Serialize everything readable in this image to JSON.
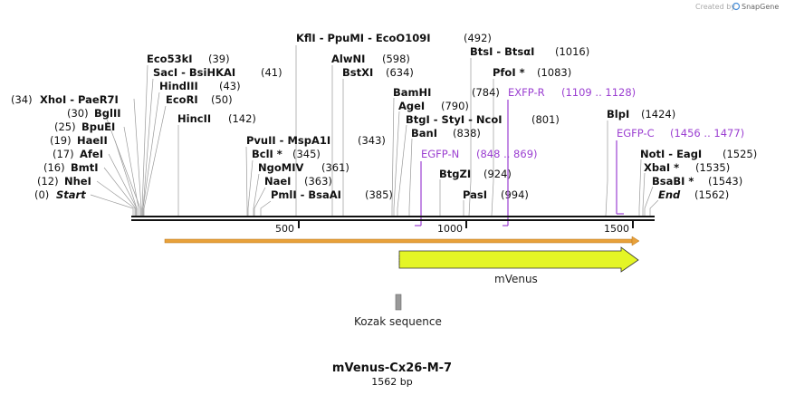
{
  "watermark": {
    "created_by": "Created by",
    "brand": "SnapGene"
  },
  "map": {
    "name": "mVenus-Cx26-M-7",
    "length_label": "1562 bp",
    "ruler_ticks": [
      "500",
      "1000",
      "1500"
    ]
  },
  "enzymes_left": [
    {
      "num": "(34)",
      "name": "XhoI  -  PaeR7I"
    },
    {
      "num": "(30)",
      "name": "BglII"
    },
    {
      "num": "(25)",
      "name": "BpuEI"
    },
    {
      "num": "(19)",
      "name": "HaeII"
    },
    {
      "num": "(17)",
      "name": "AfeI"
    },
    {
      "num": "(16)",
      "name": "BmtI"
    },
    {
      "num": "(12)",
      "name": "NheI"
    },
    {
      "num": "(0)",
      "name": "Start"
    }
  ],
  "enzymes_top": [
    {
      "name": "KflI  -  PpuMI  -  EcoO109I",
      "num": "(492)"
    },
    {
      "name": "Eco53kI",
      "num": "(39)"
    },
    {
      "name": "SacI  -  BsiHKAI",
      "num": "(41)"
    },
    {
      "name": "HindIII",
      "num": "(43)"
    },
    {
      "name": "EcoRI",
      "num": "(50)"
    },
    {
      "name": "HincII",
      "num": "(142)"
    },
    {
      "name": "AlwNI",
      "num": "(598)"
    },
    {
      "name": "BstXI",
      "num": "(634)"
    },
    {
      "name": "PvuII  -  MspA1I",
      "num": "(343)"
    },
    {
      "name": "BclI *",
      "num": "(345)"
    },
    {
      "name": "NgoMIV",
      "num": "(361)"
    },
    {
      "name": "NaeI",
      "num": "(363)"
    },
    {
      "name": "PmlI  -  BsaAI",
      "num": "(385)"
    },
    {
      "name": "BtsI  -  BtsαI",
      "num": "(1016)"
    },
    {
      "name": "PfoI *",
      "num": "(1083)"
    },
    {
      "name": "BamHI",
      "num": "(784)"
    },
    {
      "name": "AgeI",
      "num": "(790)"
    },
    {
      "name": "BtgI  -  StyI  -  NcoI",
      "num": "(801)"
    },
    {
      "name": "BanI",
      "num": "(838)"
    },
    {
      "name": "BtgZI",
      "num": "(924)"
    },
    {
      "name": "PasI",
      "num": "(994)"
    },
    {
      "name": "BlpI",
      "num": "(1424)"
    },
    {
      "name": "NotI  -  EagI",
      "num": "(1525)"
    },
    {
      "name": "XbaI *",
      "num": "(1535)"
    },
    {
      "name": "BsaBI *",
      "num": "(1543)"
    },
    {
      "name": "End",
      "num": "(1562)"
    }
  ],
  "primers": [
    {
      "name": "EXFP-R",
      "range": "(1109 .. 1128)"
    },
    {
      "name": "EGFP-N",
      "range": "(848 .. 869)"
    },
    {
      "name": "EGFP-C",
      "range": "(1456 .. 1477)"
    }
  ],
  "features": [
    {
      "name": "mVenus",
      "start": 800,
      "end": 1519,
      "color": "#e4f526"
    },
    {
      "name": "Kozak sequence",
      "start": 791,
      "end": 800,
      "color": "#999999"
    }
  ],
  "colors": {
    "orf": "#e8a13a",
    "primer": "#9b3fd1",
    "mvenus": "#e4f526"
  }
}
